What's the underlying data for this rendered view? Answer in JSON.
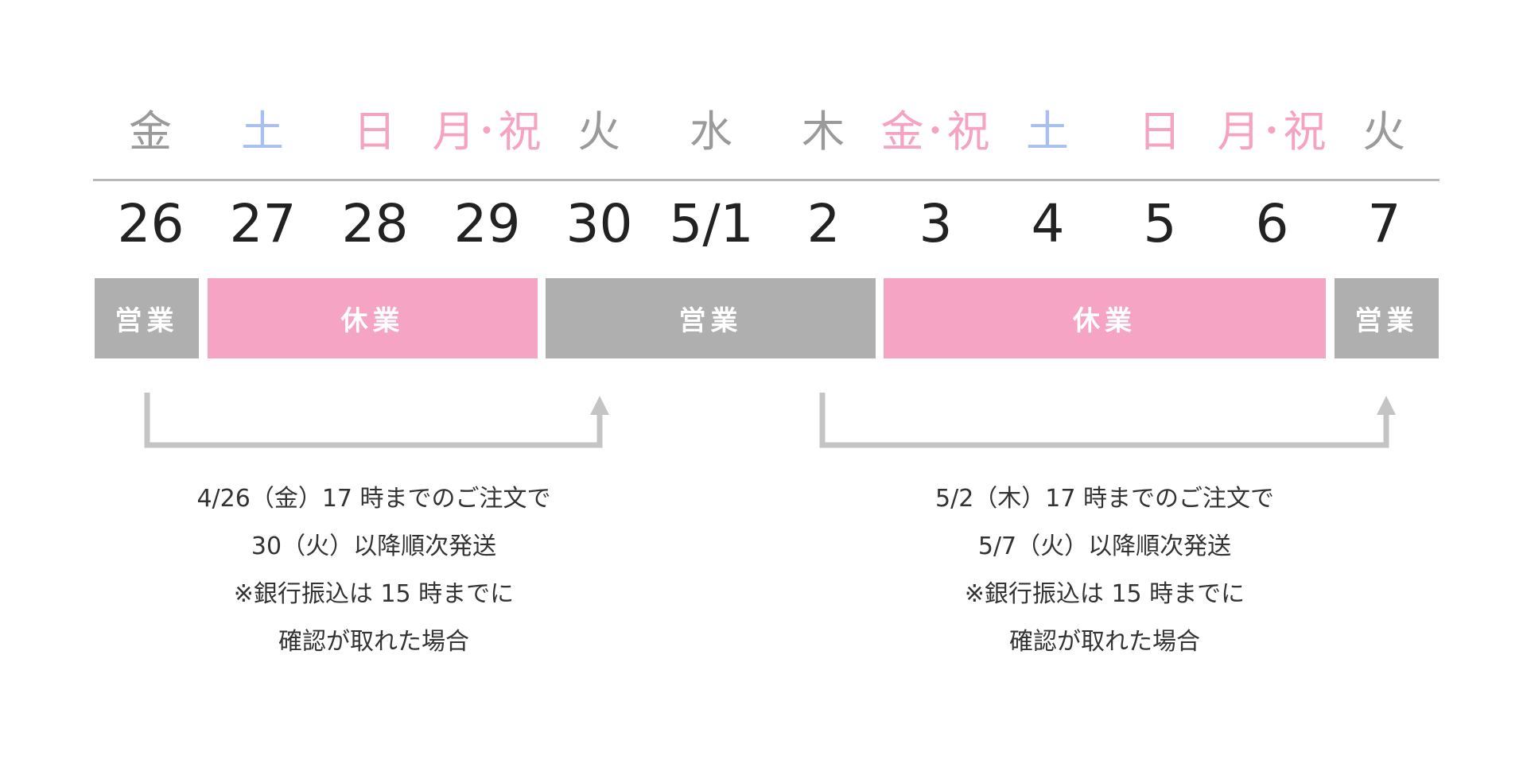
{
  "colors": {
    "weekday": "#9a9a9a",
    "saturday": "#a9bfee",
    "holiday": "#f4a3c0",
    "open_bar": "#afafaf",
    "closed_bar": "#f5a5c3",
    "arrow": "#c4c4c4"
  },
  "days": [
    {
      "dow": "金",
      "date": "26",
      "type": "weekday"
    },
    {
      "dow": "土",
      "date": "27",
      "type": "saturday"
    },
    {
      "dow": "日",
      "date": "28",
      "type": "holiday"
    },
    {
      "dow": "月･祝",
      "date": "29",
      "type": "holiday"
    },
    {
      "dow": "火",
      "date": "30",
      "type": "weekday"
    },
    {
      "dow": "水",
      "date": "5/1",
      "type": "weekday"
    },
    {
      "dow": "木",
      "date": "2",
      "type": "weekday"
    },
    {
      "dow": "金･祝",
      "date": "3",
      "type": "holiday"
    },
    {
      "dow": "土",
      "date": "4",
      "type": "saturday"
    },
    {
      "dow": "日",
      "date": "5",
      "type": "holiday"
    },
    {
      "dow": "月･祝",
      "date": "6",
      "type": "holiday"
    },
    {
      "dow": "火",
      "date": "7",
      "type": "weekday"
    }
  ],
  "bars": [
    {
      "label": "営業",
      "status": "open"
    },
    {
      "label": "休業",
      "status": "closed"
    },
    {
      "label": "営業",
      "status": "open"
    },
    {
      "label": "休業",
      "status": "closed"
    },
    {
      "label": "営業",
      "status": "open"
    }
  ],
  "notes": [
    {
      "lines": [
        "4/26（金）17 時までのご注文で",
        "30（火）以降順次発送",
        "※銀行振込は 15 時までに",
        "確認が取れた場合"
      ]
    },
    {
      "lines": [
        "5/2（木）17 時までのご注文で",
        "5/7（火）以降順次発送",
        "※銀行振込は 15 時までに",
        "確認が取れた場合"
      ]
    }
  ]
}
